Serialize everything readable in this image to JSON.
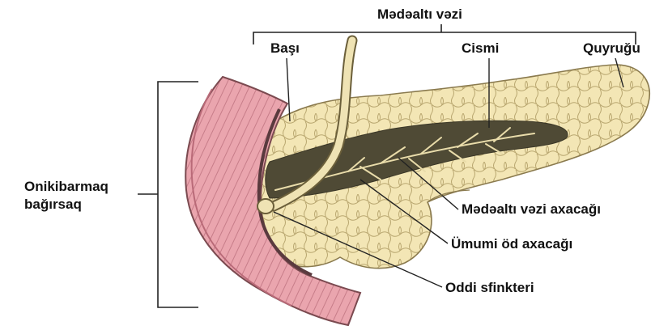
{
  "labels": {
    "gland": "Mədəaltı vəzi",
    "head": "Başı",
    "body": "Cismi",
    "tail": "Quyruğu",
    "duodenum_line1": "Onikibarmaq",
    "duodenum_line2": "bağırsaq",
    "pancreatic_duct": "Mədəaltı vəzi axacağı",
    "common_bile_duct": "Ümumi öd axacağı",
    "sphincter_of_oddi": "Oddi sfinkteri"
  },
  "colors": {
    "pancreas_fill": "#f3e6b5",
    "pancreas_lobule_lines": "#b9a770",
    "duct_region": "#4f4a35",
    "duodenum_fill": "#eaa5ae",
    "duodenum_folds": "#b96a78",
    "bile_duct": "#efe3b4",
    "line_color": "#222222"
  }
}
